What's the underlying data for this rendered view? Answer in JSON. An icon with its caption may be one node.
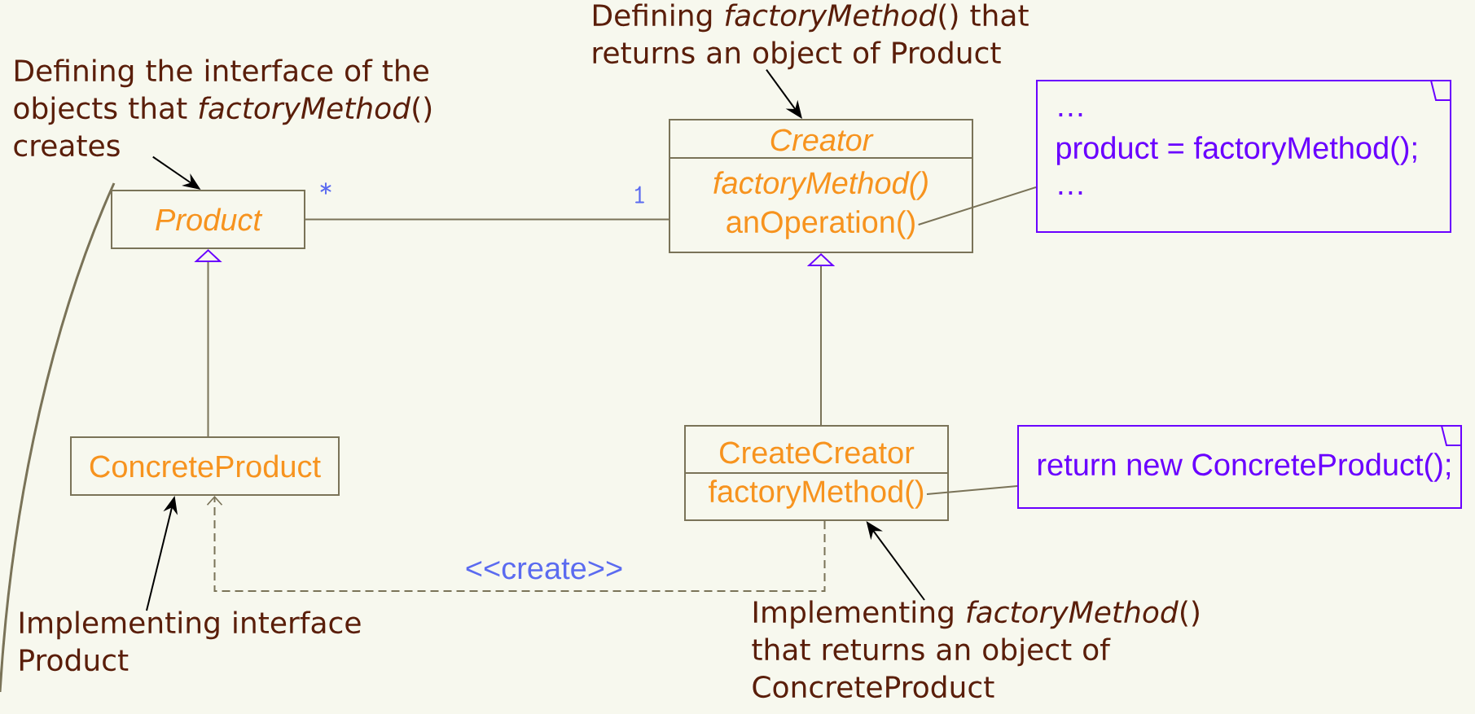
{
  "diagram": {
    "nodes": [
      {
        "text": [
          "Defining the interface of the objects that *factoryMethod*() creates"
        ]
      },
      {
        "text": [
          "Product"
        ]
      },
      {
        "text": [
          "Defining *factoryMethod*() that returns an object of Product"
        ]
      },
      {
        "text": [
          "Creator",
          "factoryMethod()",
          "anOperation()"
        ]
      },
      {
        "text": [
          "…",
          "product = factoryMethod();",
          "…"
        ]
      },
      {
        "text": [
          "ConcreteProduct"
        ]
      },
      {
        "text": [
          "CreateCreator",
          "factoryMethod()"
        ]
      },
      {
        "text": [
          "return new ConcreteProduct();"
        ]
      },
      {
        "text": [
          "Implementing interface Product"
        ]
      },
      {
        "text": [
          "Implementing *factoryMethod*() that returns an object of ConcreteProduct"
        ]
      }
    ],
    "edges": [
      {
        "from": 0,
        "to": 1,
        "arrow": "to",
        "color": "#000000"
      },
      {
        "from": 2,
        "to": 3,
        "arrow": "to",
        "color": "#000000"
      },
      {
        "from": 1,
        "to": 3,
        "arrow": "none"
      },
      {
        "from": 5,
        "to": 1,
        "arrow": "to"
      },
      {
        "from": 6,
        "to": 3,
        "arrow": "to"
      },
      {
        "from": 3,
        "to": 4,
        "arrow": "none"
      },
      {
        "from": 6,
        "to": 7,
        "arrow": "none"
      },
      {
        "from": 6,
        "to": 5,
        "arrow": "to",
        "style": "dashed",
        "label": "<<create>>"
      },
      {
        "from": 8,
        "to": 5,
        "arrow": "to",
        "color": "#000000"
      },
      {
        "from": 9,
        "to": 6,
        "arrow": "to",
        "color": "#000000"
      }
    ],
    "labels": [
      "*",
      "1"
    ]
  }
}
